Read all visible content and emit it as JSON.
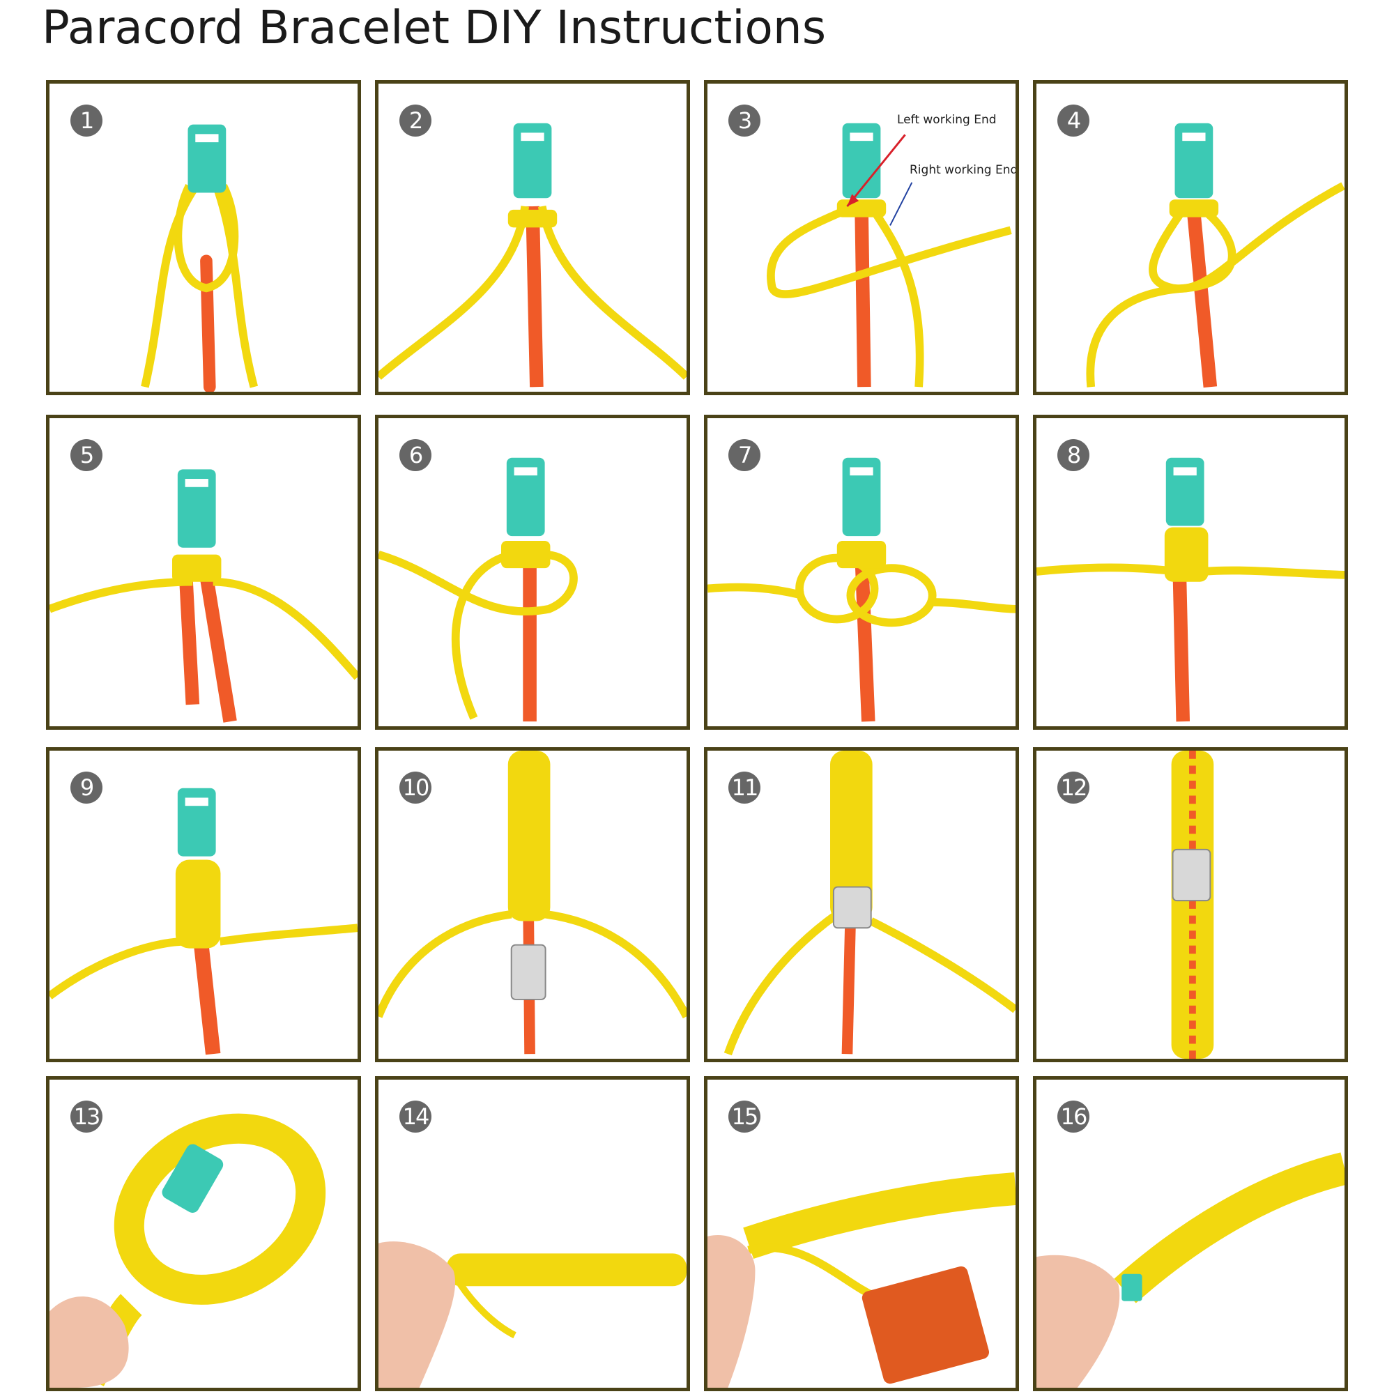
{
  "title": "Paracord Bracelet DIY Instructions",
  "colors": {
    "frame": "#4a4217",
    "cord_yellow": "#f2d80f",
    "cord_red": "#f05a28",
    "buckle": "#3cc9b4",
    "badge": "#666666",
    "skin": "#f0c0a8"
  },
  "steps": [
    {
      "number": "1"
    },
    {
      "number": "2"
    },
    {
      "number": "3",
      "annotations": {
        "left": "Left working End",
        "right": "Right working End"
      }
    },
    {
      "number": "4"
    },
    {
      "number": "5"
    },
    {
      "number": "6"
    },
    {
      "number": "7"
    },
    {
      "number": "8"
    },
    {
      "number": "9"
    },
    {
      "number": "10"
    },
    {
      "number": "11"
    },
    {
      "number": "12"
    },
    {
      "number": "13"
    },
    {
      "number": "14"
    },
    {
      "number": "15"
    },
    {
      "number": "16"
    }
  ]
}
